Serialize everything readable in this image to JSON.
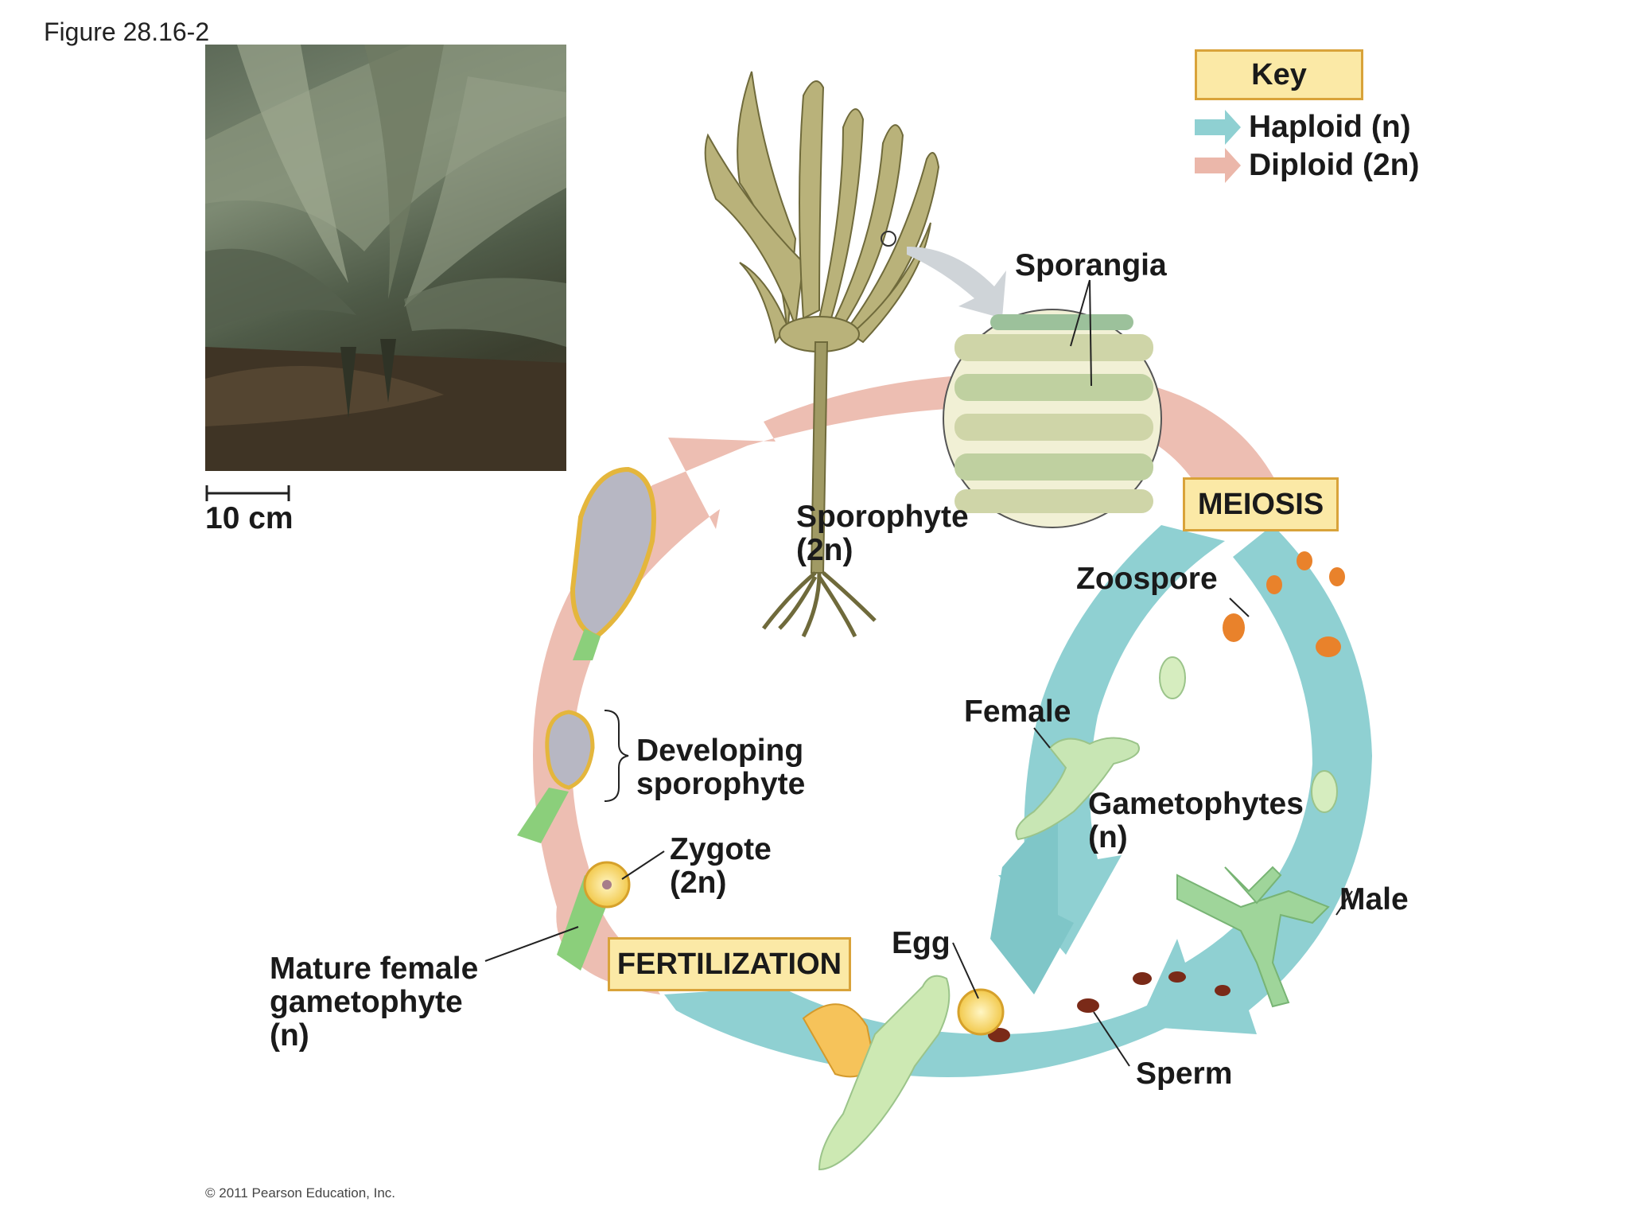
{
  "figure_label": "Figure 28.16-2",
  "scale_bar_label": "10 cm",
  "copyright": "© 2011 Pearson Education, Inc.",
  "key": {
    "title": "Key",
    "haploid_label": "Haploid (n)",
    "diploid_label": "Diploid (2n)",
    "haploid_color": "#8fd0d2",
    "diploid_color": "#e9b3a6"
  },
  "stages": {
    "meiosis": "MEIOSIS",
    "fertilization": "FERTILIZATION"
  },
  "labels": {
    "sporangia": "Sporangia",
    "sporophyte_line1": "Sporophyte",
    "sporophyte_line2": "(2n)",
    "zoospore": "Zoospore",
    "female": "Female",
    "gametophytes_line1": "Gametophytes",
    "gametophytes_line2": "(n)",
    "male": "Male",
    "egg": "Egg",
    "sperm": "Sperm",
    "developing_line1": "Developing",
    "developing_line2": "sporophyte",
    "zygote_line1": "Zygote",
    "zygote_line2": "(2n)",
    "mature_line1": "Mature female",
    "mature_line2": "gametophyte",
    "mature_line3": "(n)"
  }
}
